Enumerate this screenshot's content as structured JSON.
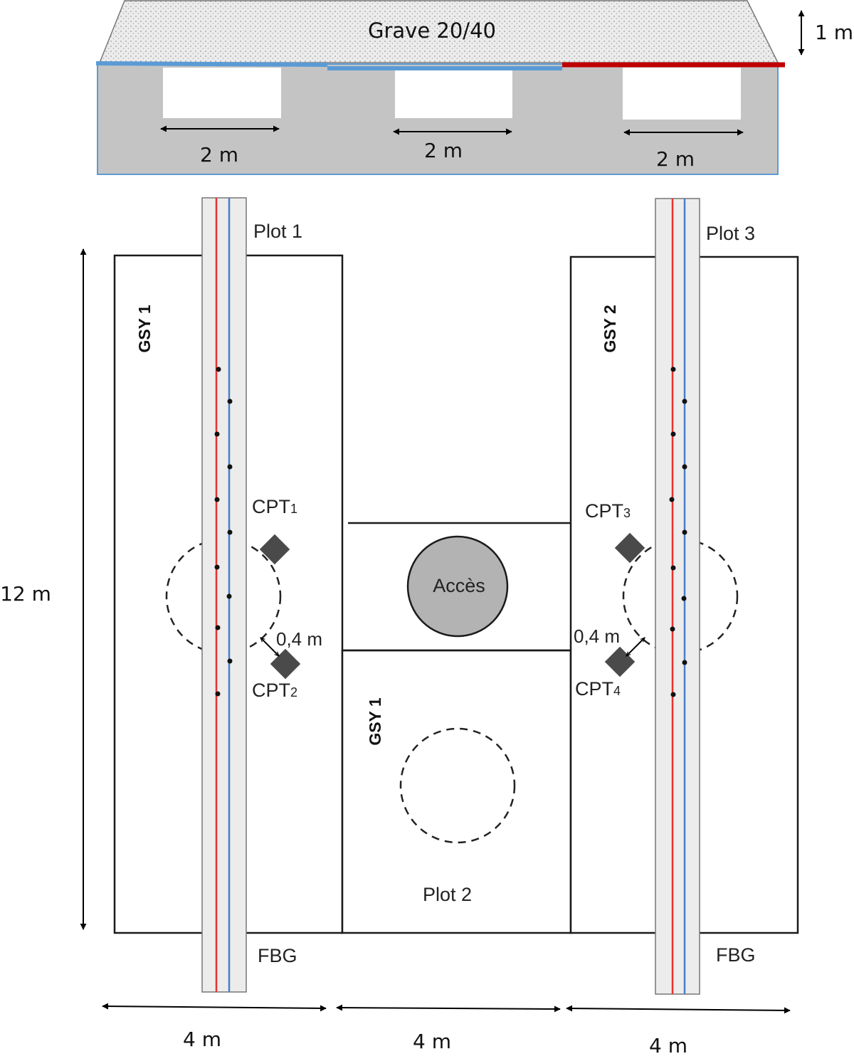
{
  "cross_section": {
    "gravel_label": "Grave 20/40",
    "thickness_label": "1 m",
    "trench_widths": [
      "2 m",
      "2 m",
      "2 m"
    ],
    "colors": {
      "soil": "#c4c4c4",
      "blue_line": "#5b9bd5",
      "red_line": "#c00000",
      "gravel": "#e6e6e6"
    }
  },
  "plan": {
    "height_label": "12 m",
    "plot_labels": {
      "plot1": "Plot 1",
      "plot2": "Plot 2",
      "plot3": "Plot 3"
    },
    "gsy_labels": {
      "left": "GSY 1",
      "middle": "GSY 1",
      "right": "GSY 2"
    },
    "access_label": "Accès",
    "fbg_labels": [
      "FBG",
      "FBG"
    ],
    "cpt": {
      "cpt1": {
        "base": "CPT",
        "sub": "1"
      },
      "cpt2": {
        "base": "CPT",
        "sub": "2"
      },
      "cpt3": {
        "base": "CPT",
        "sub": "3"
      },
      "cpt4": {
        "base": "CPT",
        "sub": "4"
      }
    },
    "offset_labels": [
      "0,4 m",
      "0,4 m"
    ],
    "width_labels": [
      "4 m",
      "4 m",
      "4 m"
    ],
    "colors": {
      "strip_fill": "#ececec",
      "red_fiber": "#e8322d",
      "blue_fiber": "#4a7fc9",
      "cpt_marker": "#4a4a4a",
      "access_fill": "#b3b3b3"
    }
  }
}
